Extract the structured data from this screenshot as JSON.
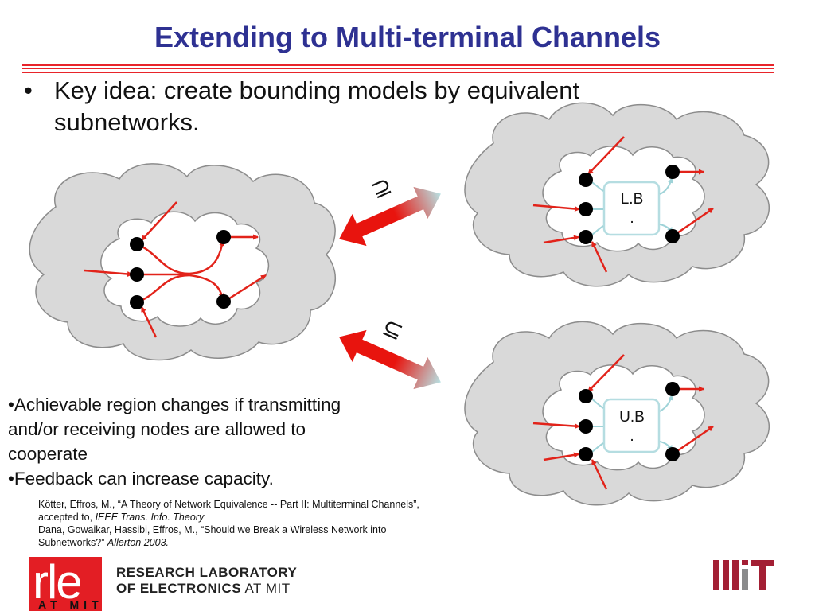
{
  "slide": {
    "title": "Extending to Multi-terminal Channels",
    "bullet_main": "Key idea: create bounding models by equivalent subnetworks.",
    "bullet_symbol": "•",
    "notes": [
      "•Achievable region changes if transmitting and/or receiving nodes are allowed to cooperate",
      "•Feedback can increase capacity."
    ],
    "refs": {
      "r1_text": "Kötter, Effros, M., “A Theory of Network Equivalence -- Part II:  Multiterminal Channels”, accepted to, ",
      "r1_journal": "IEEE Trans. Info. Theory",
      "r2_text": "Dana, Gowaikar, Hassibi, Effros, M., “Should we Break a Wireless Network into Subnetworks?” ",
      "r2_venue": "Allerton 2003."
    }
  },
  "diagram": {
    "lb_line1": "L.B",
    "lb_line2": ".",
    "ub_line1": "U.B",
    "ub_line2": ".",
    "supseteq_symbol": "⊇",
    "subseteq_symbol": "⊆",
    "colors": {
      "edge": "#e2231a",
      "node": "#000000",
      "cloud": "#d9d9d9",
      "box": "#b5dde1"
    }
  },
  "footer": {
    "rle_letters": "rle",
    "rle_atmit": "AT MIT",
    "lab_line1": "RESEARCH LABORATORY",
    "lab_line2_bold": "OF ELECTRONICS",
    "lab_line2_light": " AT MIT",
    "mit_logo": "mit-logo"
  }
}
